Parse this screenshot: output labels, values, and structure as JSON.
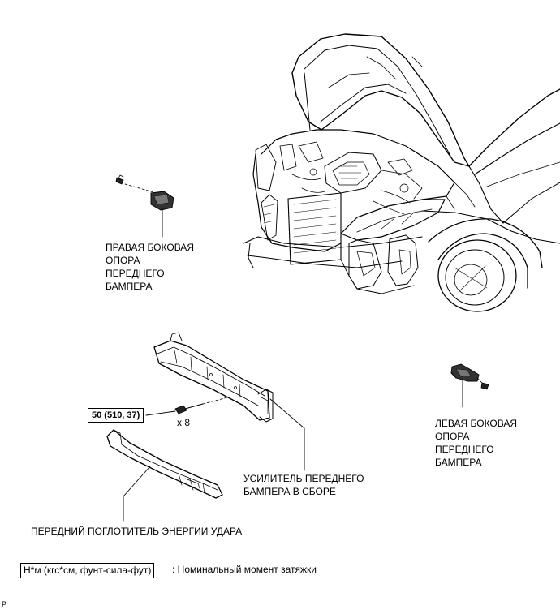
{
  "labels": {
    "right_support": [
      "ПРАВАЯ БОКОВАЯ",
      "ОПОРА",
      "ПЕРЕДНЕГО",
      "БАМПЕРА"
    ],
    "left_support": [
      "ЛЕВАЯ БОКОВАЯ",
      "ОПОРА",
      "ПЕРЕДНЕГО",
      "БАМПЕРА"
    ],
    "reinforcement": [
      "УСИЛИТЕЛЬ ПЕРЕДНЕГО",
      "БАМПЕРА В СБОРЕ"
    ],
    "absorber": "ПЕРЕДНИЙ ПОГЛОТИТЕЛЬ ЭНЕРГИИ УДАРА"
  },
  "torque": {
    "value": "50 (510, 37)",
    "quantity": "x 8"
  },
  "legend": {
    "unit_box": "Н*м (кгс*см, фунт-сила-фут)",
    "description": ": Номинальный момент затяжки"
  },
  "corner_mark": "P"
}
